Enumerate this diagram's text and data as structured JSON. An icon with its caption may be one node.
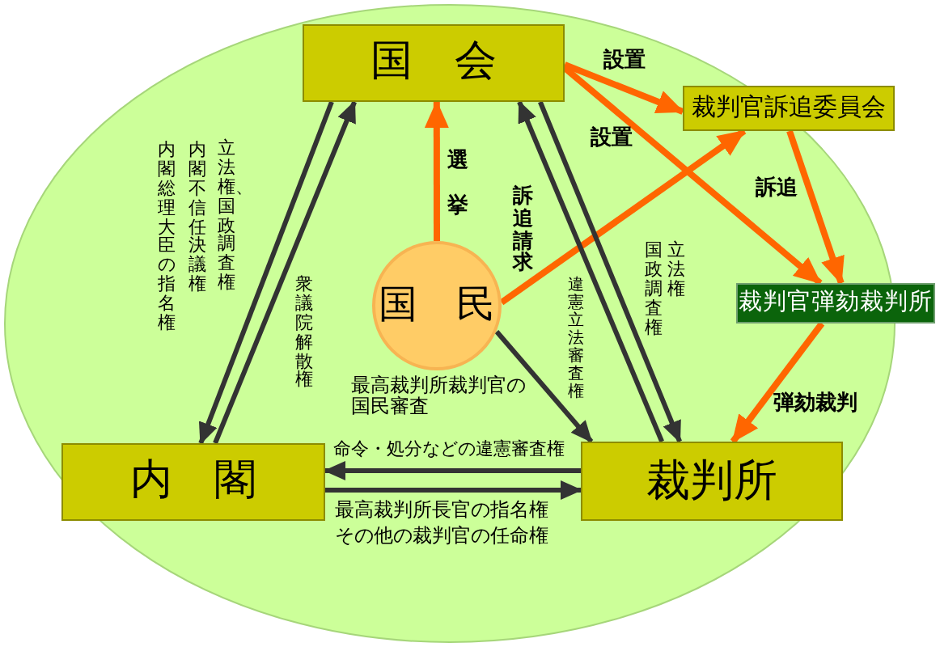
{
  "diagram": {
    "nodes": [
      {
        "text": [
          "国　会"
        ]
      },
      {
        "text": [
          "裁判官訴追委員会"
        ]
      },
      {
        "text": [
          "国　民"
        ]
      },
      {
        "text": [
          "裁判官弾劾裁判所"
        ]
      },
      {
        "text": [
          "内　閣"
        ]
      },
      {
        "text": [
          "裁判所"
        ]
      }
    ],
    "edges": [
      {
        "from": 0,
        "to": 4,
        "arrow": "to"
      },
      {
        "from": 4,
        "to": 0,
        "arrow": "to",
        "label": "衆議院解散権"
      },
      {
        "from": 2,
        "to": 0,
        "arrow": "to",
        "label": "選挙",
        "color": "#ff6600"
      },
      {
        "from": 0,
        "to": 1,
        "arrow": "to",
        "label": "設置",
        "color": "#ff6600"
      },
      {
        "from": 0,
        "to": 3,
        "arrow": "to",
        "label": "設置",
        "color": "#ff6600"
      },
      {
        "from": 2,
        "to": 1,
        "arrow": "to",
        "label": "訴追請求",
        "color": "#ff6600"
      },
      {
        "from": 5,
        "to": 0,
        "arrow": "to",
        "label": "違憲立法審査権"
      },
      {
        "from": 0,
        "to": 5,
        "arrow": "to"
      },
      {
        "from": 1,
        "to": 3,
        "arrow": "to",
        "label": "訴追",
        "color": "#ff6600"
      },
      {
        "from": 2,
        "to": 5,
        "arrow": "to",
        "label": "最高裁判所裁判官の国民審査"
      },
      {
        "from": 3,
        "to": 5,
        "arrow": "to",
        "label": "弾劾裁判",
        "color": "#ff6600"
      },
      {
        "from": 5,
        "to": 4,
        "arrow": "to",
        "label": "命令・処分などの違憲審査権"
      },
      {
        "from": 4,
        "to": 5,
        "arrow": "to",
        "label": "最高裁判所長官の指名権その他の裁判官の任命権"
      }
    ],
    "labels": [
      "立法権、国政調査権",
      "内閣不信任決議権",
      "内閣総理大臣の指名権",
      "立法権",
      "国政調査権"
    ]
  }
}
